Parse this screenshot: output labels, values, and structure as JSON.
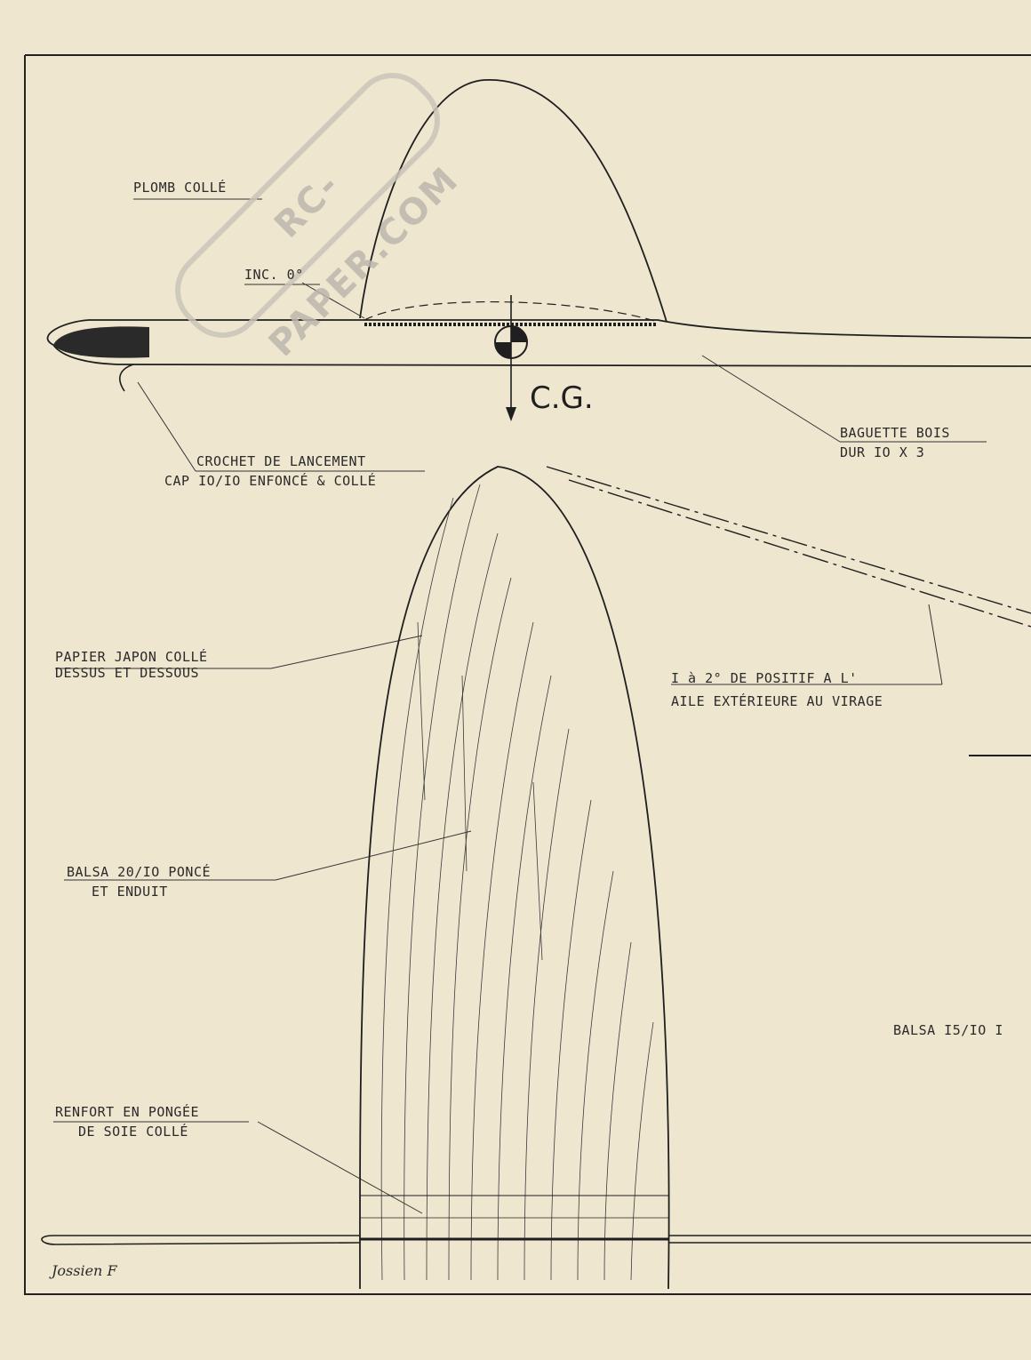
{
  "labels": {
    "plomb": "PLOMB COLLÉ",
    "inc": "INC. 0°",
    "cg": "C.G.",
    "crochet_1": "CROCHET DE LANCEMENT",
    "crochet_2": "CAP IO/IO ENFONCÉ & COLLÉ",
    "baguette_1": "BAGUETTE BOIS",
    "baguette_2": "DUR IO X 3",
    "papier_1": "PAPIER JAPON COLLÉ",
    "papier_2": "DESSUS ET DESSOUS",
    "positif_1": "I à 2° DE POSITIF A L'",
    "positif_2": "AILE EXTÉRIEURE AU VIRAGE",
    "balsa20_1": "BALSA 20/IO PONCÉ",
    "balsa20_2": "ET ENDUIT",
    "balsa15": "BALSA I5/IO I",
    "renfort_1": "RENFORT EN PONGÉE",
    "renfort_2": "DE SOIE COLLÉ"
  },
  "watermark": "RC-PAPER.COM",
  "signature": "Jossien F",
  "colors": {
    "paper": "#efe6cf",
    "ink": "#1f1f1f"
  }
}
